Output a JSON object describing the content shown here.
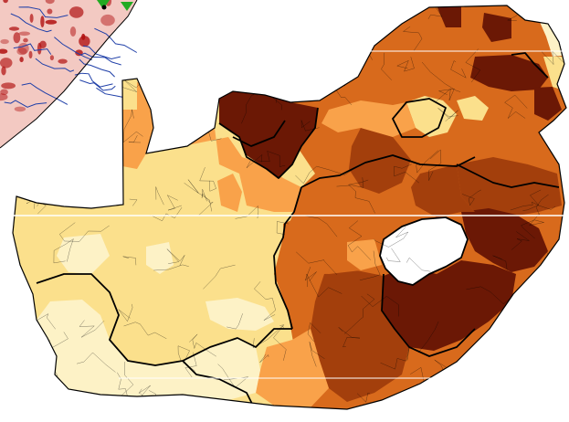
{
  "map": {
    "colors": {
      "class1": "#fdf2c6",
      "class2": "#fbe08c",
      "class3": "#f9a24a",
      "class4": "#d86a1c",
      "class5": "#a33f0c",
      "class6": "#6b1805",
      "boundary": "#000000",
      "river": "#1f3fa8",
      "inset_land": "#f3c9c2",
      "inset_dark": "#b01010",
      "inset_green": "#22aa22"
    },
    "layers": [
      "municipality-choropleth",
      "province-boundaries",
      "lesotho-hole",
      "inset-river-map"
    ]
  }
}
